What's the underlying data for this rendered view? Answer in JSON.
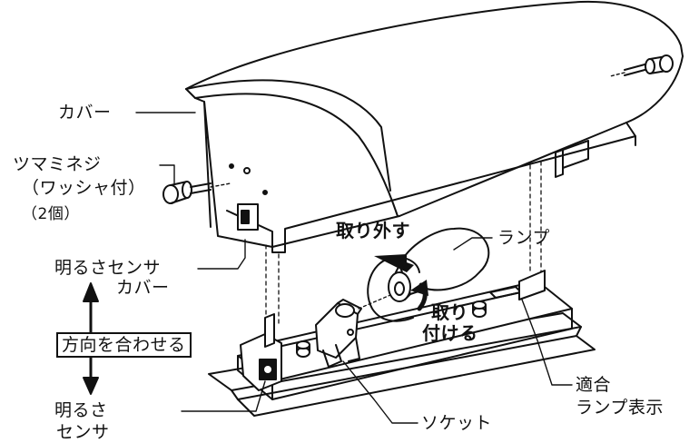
{
  "labels": {
    "cover": "カバー",
    "knob_screw": "ツマミネジ",
    "washer": "（ワッシャ付）",
    "count": "（2個）",
    "sensor_cover_1": "明るさセンサ",
    "sensor_cover_2": "カバー",
    "align": "方向を合わせる",
    "sensor_1": "明るさ",
    "sensor_2": "センサ",
    "remove": "取り外す",
    "attach_1": "取り",
    "attach_2": "付ける",
    "lamp": "ランプ",
    "compatible_1": "適合",
    "compatible_2": "ランプ表示",
    "socket": "ソケット"
  }
}
